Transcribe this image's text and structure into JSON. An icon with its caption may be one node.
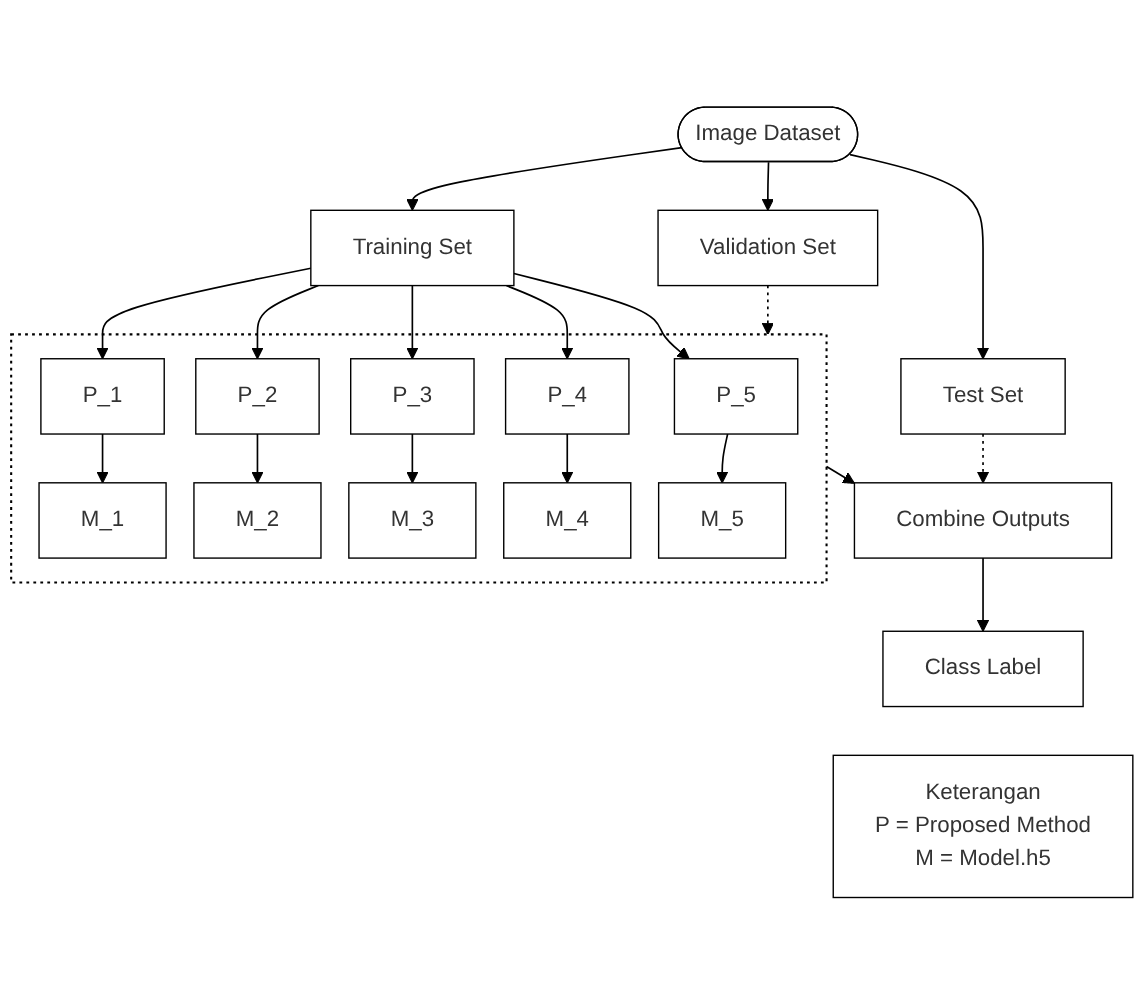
{
  "diagram": {
    "nodes": [
      {
        "text": [
          "Image Dataset"
        ]
      },
      {
        "text": [
          "Training Set"
        ]
      },
      {
        "text": [
          "Validation Set"
        ]
      },
      {
        "text": [
          "Test Set"
        ]
      },
      {
        "text": [],
        "shape": "box"
      },
      {
        "text": [
          "P_1"
        ],
        "in": 4
      },
      {
        "text": [
          "P_2"
        ],
        "in": 4
      },
      {
        "text": [
          "P_3"
        ],
        "in": 4
      },
      {
        "text": [
          "P_4"
        ],
        "in": 4
      },
      {
        "text": [
          "P_5"
        ],
        "in": 4
      },
      {
        "text": [
          "M_1"
        ],
        "in": 4
      },
      {
        "text": [
          "M_2"
        ],
        "in": 4
      },
      {
        "text": [
          "M_3"
        ],
        "in": 4
      },
      {
        "text": [
          "M_4"
        ],
        "in": 4
      },
      {
        "text": [
          "M_5"
        ],
        "in": 4
      },
      {
        "text": [
          "Combine Outputs"
        ]
      },
      {
        "text": [
          "Class Label"
        ]
      },
      {
        "text": [
          "Keterangan",
          "P = Proposed Method",
          "M = Model.h5"
        ]
      }
    ],
    "edges": [
      {
        "from": 0,
        "to": 1,
        "arrow": "to"
      },
      {
        "from": 0,
        "to": 2,
        "arrow": "to"
      },
      {
        "from": 0,
        "to": 3,
        "arrow": "to"
      },
      {
        "from": 1,
        "to": 5,
        "arrow": "to"
      },
      {
        "from": 1,
        "to": 6,
        "arrow": "to"
      },
      {
        "from": 1,
        "to": 7,
        "arrow": "to"
      },
      {
        "from": 1,
        "to": 8,
        "arrow": "to"
      },
      {
        "from": 1,
        "to": 9,
        "arrow": "to"
      },
      {
        "from": 5,
        "to": 10,
        "arrow": "to"
      },
      {
        "from": 6,
        "to": 11,
        "arrow": "to"
      },
      {
        "from": 7,
        "to": 12,
        "arrow": "to"
      },
      {
        "from": 8,
        "to": 13,
        "arrow": "to"
      },
      {
        "from": 9,
        "to": 14,
        "arrow": "to"
      },
      {
        "from": 2,
        "to": 4,
        "arrow": "to",
        "style": "dashed"
      },
      {
        "from": 4,
        "to": 15,
        "arrow": "to"
      },
      {
        "from": 3,
        "to": 15,
        "arrow": "to",
        "style": "dashed"
      },
      {
        "from": 15,
        "to": 16,
        "arrow": "to"
      }
    ]
  }
}
